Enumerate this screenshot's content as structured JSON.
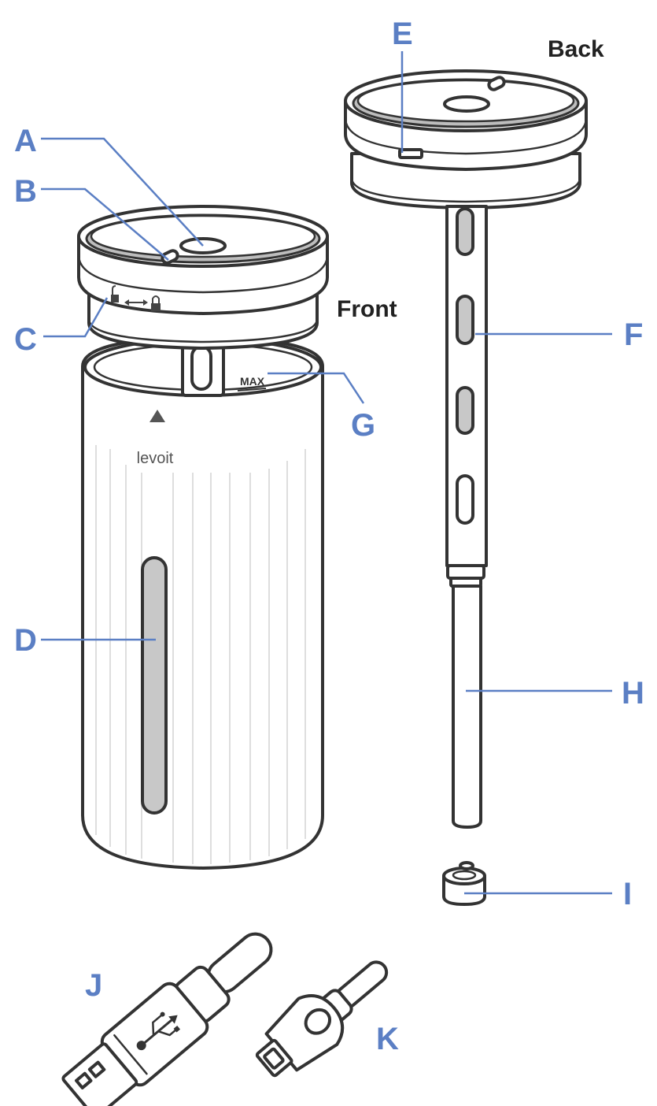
{
  "colors": {
    "callout": "#5b7fc4",
    "outline": "#333333",
    "window": "#c8c8c8",
    "ring": "#bdbdbd"
  },
  "captions": {
    "front": "Front",
    "back": "Back"
  },
  "markings": {
    "max": "MAX",
    "brand": "levoit"
  },
  "icons": [
    "unlock-icon",
    "double-arrow-icon",
    "lock-icon",
    "usb-trident-icon"
  ],
  "callouts": {
    "a": "A",
    "b": "B",
    "c": "C",
    "d": "D",
    "e": "E",
    "f": "F",
    "g": "G",
    "h": "H",
    "i": "I",
    "j": "J",
    "k": "K"
  }
}
